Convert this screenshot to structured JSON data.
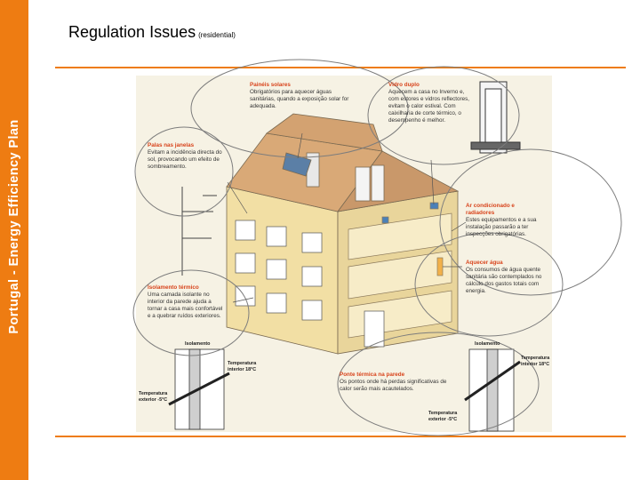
{
  "sidebar": {
    "text": "Portugal - Energy Efficiency Plan",
    "color": "#ee7c12"
  },
  "title": {
    "main": "Regulation Issues",
    "sub": "(residential)"
  },
  "notes": {
    "solar": {
      "heading": "Painéis solares",
      "body": "Obrigatórios para aquecer águas sanitárias, quando a exposição solar for adequada."
    },
    "glass": {
      "heading": "Vidro duplo",
      "body": "Aquecem a casa no Inverno e, com estores e vidros reflectores, evitam o calor estival. Com caixilharia de corte térmico, o desempenho é melhor."
    },
    "windows": {
      "heading": "Palas nas janelas",
      "body": "Evitam a incidência directa do sol, provocando um efeito de sombreamento."
    },
    "ac": {
      "heading": "Ar condicionado e radiadores",
      "body": "Estes equipamentos e a sua instalação passarão a ter inspecções obrigatórias."
    },
    "water": {
      "heading": "Aquecer água",
      "body": "Os consumos de água quente sanitária são contemplados no cálculo dos gastos totais com energia."
    },
    "insulation": {
      "heading": "Isolamento térmico",
      "body": "Uma camada isolante no interior da parede ajuda a tornar a casa mais confortável e a quebrar ruídos exteriores."
    },
    "bridge": {
      "heading": "Ponte térmica na parede",
      "body": "Os pontos onde há perdas significativas de calor serão mais acautelados."
    }
  },
  "wall_left": {
    "title": "Isolamento",
    "inner": "Temperatura interior 18°C",
    "outer": "Temperatura exterior -5°C"
  },
  "wall_right": {
    "title": "Isolamento",
    "inner": "Temperatura interior 18°C",
    "outer": "Temperatura exterior -5°C"
  },
  "colors": {
    "accent": "#ee7c12",
    "heading": "#d8441c",
    "wall": "#f2dfa4",
    "roof": "#d9a977",
    "paper": "#f6f2e4"
  }
}
